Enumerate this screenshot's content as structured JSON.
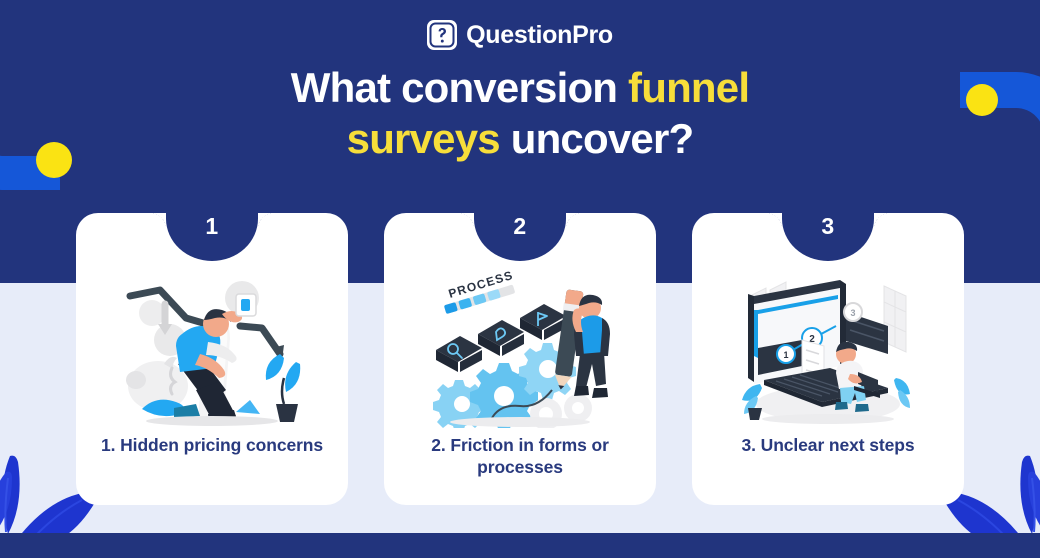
{
  "brand": {
    "logo_icon": "questionpro-p-question-mark-icon",
    "name": "QuestionPro",
    "logo_bg": "#FFFFFF",
    "text_color": "#FFFFFF"
  },
  "header": {
    "background": "#22347D",
    "title_line1_part1": "What conversion ",
    "title_line1_highlight": "funnel",
    "title_line2_highlight": "surveys",
    "title_line2_part2": " uncover?",
    "highlight_color": "#F7DE3A",
    "title_color": "#FFFFFF"
  },
  "decorations": {
    "left_shape": "j-curve-shape",
    "right_shape": "n-curve-shape",
    "shape_color": "#1557D8",
    "dot_color": "#FAE313",
    "leaf_color": "#1E35CF",
    "leaves_left": "leaf-cluster-icon",
    "leaves_right": "leaf-cluster-icon"
  },
  "body": {
    "background": "#E7ECF9",
    "footer_background": "#22347D"
  },
  "cards": [
    {
      "number": "1",
      "caption": "1. Hidden pricing concerns",
      "illustration": "stressed-man-declining-chart-piggy-bank-illustration",
      "illustration_alt": "Man sitting on a long bill with falling arrows, a cracked piggy bank and a plant"
    },
    {
      "number": "2",
      "caption": "2. Friction in forms or processes",
      "illustration": "process-gears-pencil-illustration",
      "illustration_alt": "Person carrying a giant pencil beside gears, a PROCESS progress bar and dark cards"
    },
    {
      "number": "3",
      "caption": "3. Unclear next steps",
      "illustration": "laptop-numbered-steps-illustration",
      "illustration_alt": "Woman with a laptop in front of a large screen showing numbered steps 1, 2 and 3"
    }
  ],
  "card_style": {
    "background": "#FFFFFF",
    "caption_color": "#293A7E",
    "badge_background": "#22347D",
    "badge_text_color": "#FFFFFF"
  }
}
